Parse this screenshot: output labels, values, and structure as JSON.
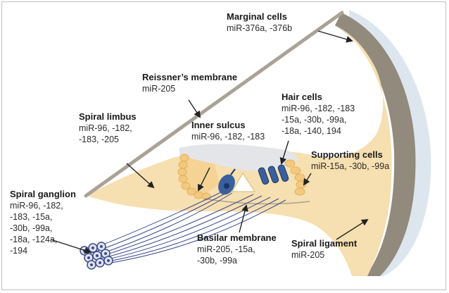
{
  "labels": {
    "marginal": {
      "title": "Marginal cells",
      "mirs": "miR-376a, -376b"
    },
    "reissner": {
      "title": "Reissner’s membrane",
      "mirs": "miR-205"
    },
    "limbus": {
      "title": "Spiral limbus",
      "mirs": "miR-96, -182,\n-183, -205"
    },
    "inner_sulcus": {
      "title": "Inner sulcus",
      "mirs": "miR-96, -182, -183"
    },
    "hair": {
      "title": "Hair cells",
      "mirs": "miR-96, -182, -183\n-15a, -30b, -99a,\n-18a, -140, 194"
    },
    "supporting": {
      "title": "Supporting cells",
      "mirs": "miR-15a, -30b, -99a"
    },
    "ganglion": {
      "title": "Spiral ganglion",
      "mirs": "miR-96, -182,\n-183, -15a,\n-30b, -99a,\n-18a, -124a,\n-194"
    },
    "basilar": {
      "title": "Basilar membrane",
      "mirs": "miR-205, -15a,\n-30b, -99a"
    },
    "ligament": {
      "title": "Spiral ligament",
      "mirs": "miR-205"
    }
  },
  "colors": {
    "tissue": "#f6dfb0",
    "tissue_dark": "#f2c97f",
    "stria": "#918a7d",
    "ligament_pale": "#dde6ee",
    "tectorial": "#e4e5e8",
    "membrane_line": "#a9a296",
    "hair_cell": "#3a5f9e",
    "nerve": "#3d4a8c",
    "arrow": "#222222"
  }
}
